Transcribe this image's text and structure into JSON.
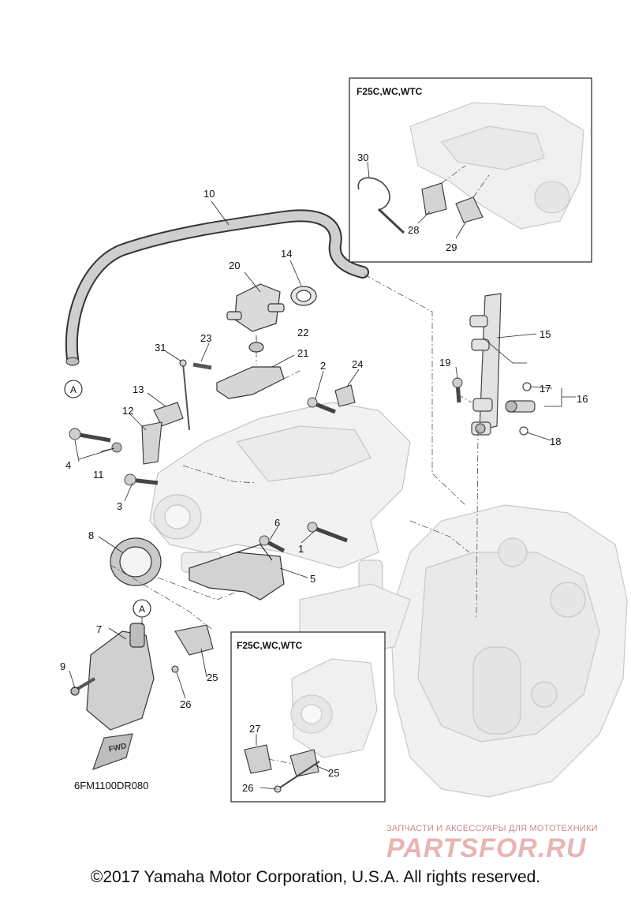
{
  "inset_top": {
    "title": "F25C,WC,WTC",
    "callouts": [
      "30",
      "28",
      "29"
    ]
  },
  "inset_bottom": {
    "title": "F25C,WC,WTC",
    "callouts": [
      "27",
      "25",
      "26"
    ]
  },
  "callouts": [
    {
      "id": "c1",
      "text": "1"
    },
    {
      "id": "c2",
      "text": "2"
    },
    {
      "id": "c3",
      "text": "3"
    },
    {
      "id": "c4",
      "text": "4"
    },
    {
      "id": "c5",
      "text": "5"
    },
    {
      "id": "c6",
      "text": "6"
    },
    {
      "id": "c7",
      "text": "7"
    },
    {
      "id": "c8",
      "text": "8"
    },
    {
      "id": "c9",
      "text": "9"
    },
    {
      "id": "c10",
      "text": "10"
    },
    {
      "id": "c11",
      "text": "11"
    },
    {
      "id": "c12",
      "text": "12"
    },
    {
      "id": "c13",
      "text": "13"
    },
    {
      "id": "c14",
      "text": "14"
    },
    {
      "id": "c15",
      "text": "15"
    },
    {
      "id": "c16",
      "text": "16"
    },
    {
      "id": "c17",
      "text": "17"
    },
    {
      "id": "c18",
      "text": "18"
    },
    {
      "id": "c19",
      "text": "19"
    },
    {
      "id": "c20",
      "text": "20"
    },
    {
      "id": "c21",
      "text": "21"
    },
    {
      "id": "c22",
      "text": "22"
    },
    {
      "id": "c23",
      "text": "23"
    },
    {
      "id": "c24",
      "text": "24"
    },
    {
      "id": "c25",
      "text": "25"
    },
    {
      "id": "c26",
      "text": "26"
    },
    {
      "id": "c31",
      "text": "31"
    }
  ],
  "ref_markers": [
    "A",
    "A"
  ],
  "fwd_label": "FWD",
  "diagram_code": "6FM1100DR080",
  "watermark": {
    "tagline": "ЗАПЧАСТИ И АКСЕССУАРЫ ДЛЯ МОТОТЕХНИКИ",
    "brand": "PARTSFOR.RU"
  },
  "copyright": "©2017 Yamaha Motor Corporation, U.S.A. All rights reserved."
}
